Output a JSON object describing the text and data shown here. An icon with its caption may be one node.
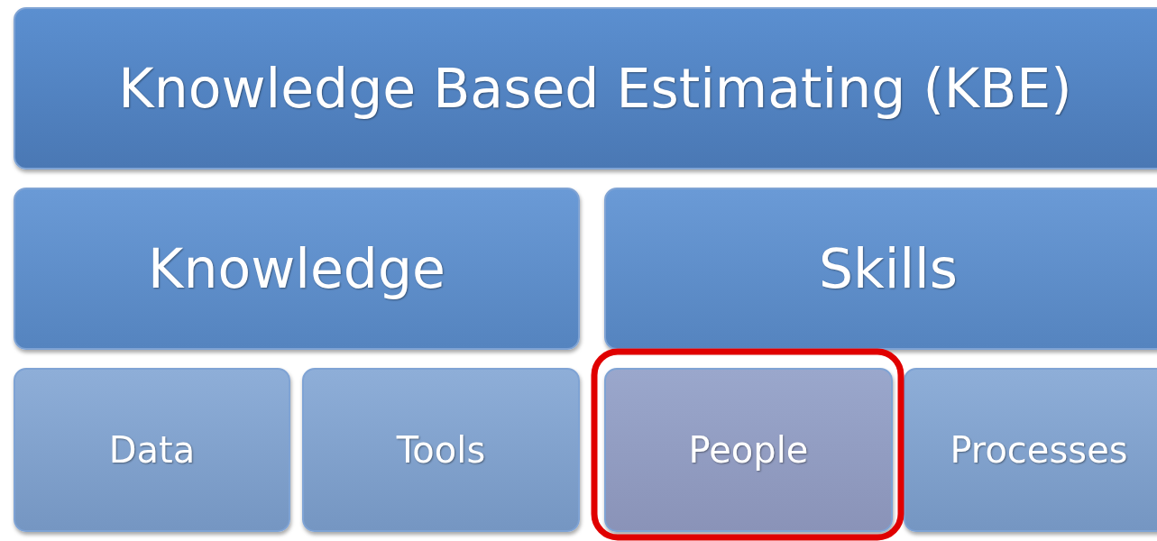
{
  "diagram": {
    "nodes": [
      {
        "text": [
          "Knowledge Based Estimating (KBE)"
        ]
      },
      {
        "text": [
          "Knowledge"
        ]
      },
      {
        "text": [
          "Skills"
        ]
      },
      {
        "text": [
          "Data"
        ]
      },
      {
        "text": [
          "Tools"
        ]
      },
      {
        "text": [
          "People"
        ]
      },
      {
        "text": [
          "Processes"
        ]
      }
    ]
  }
}
